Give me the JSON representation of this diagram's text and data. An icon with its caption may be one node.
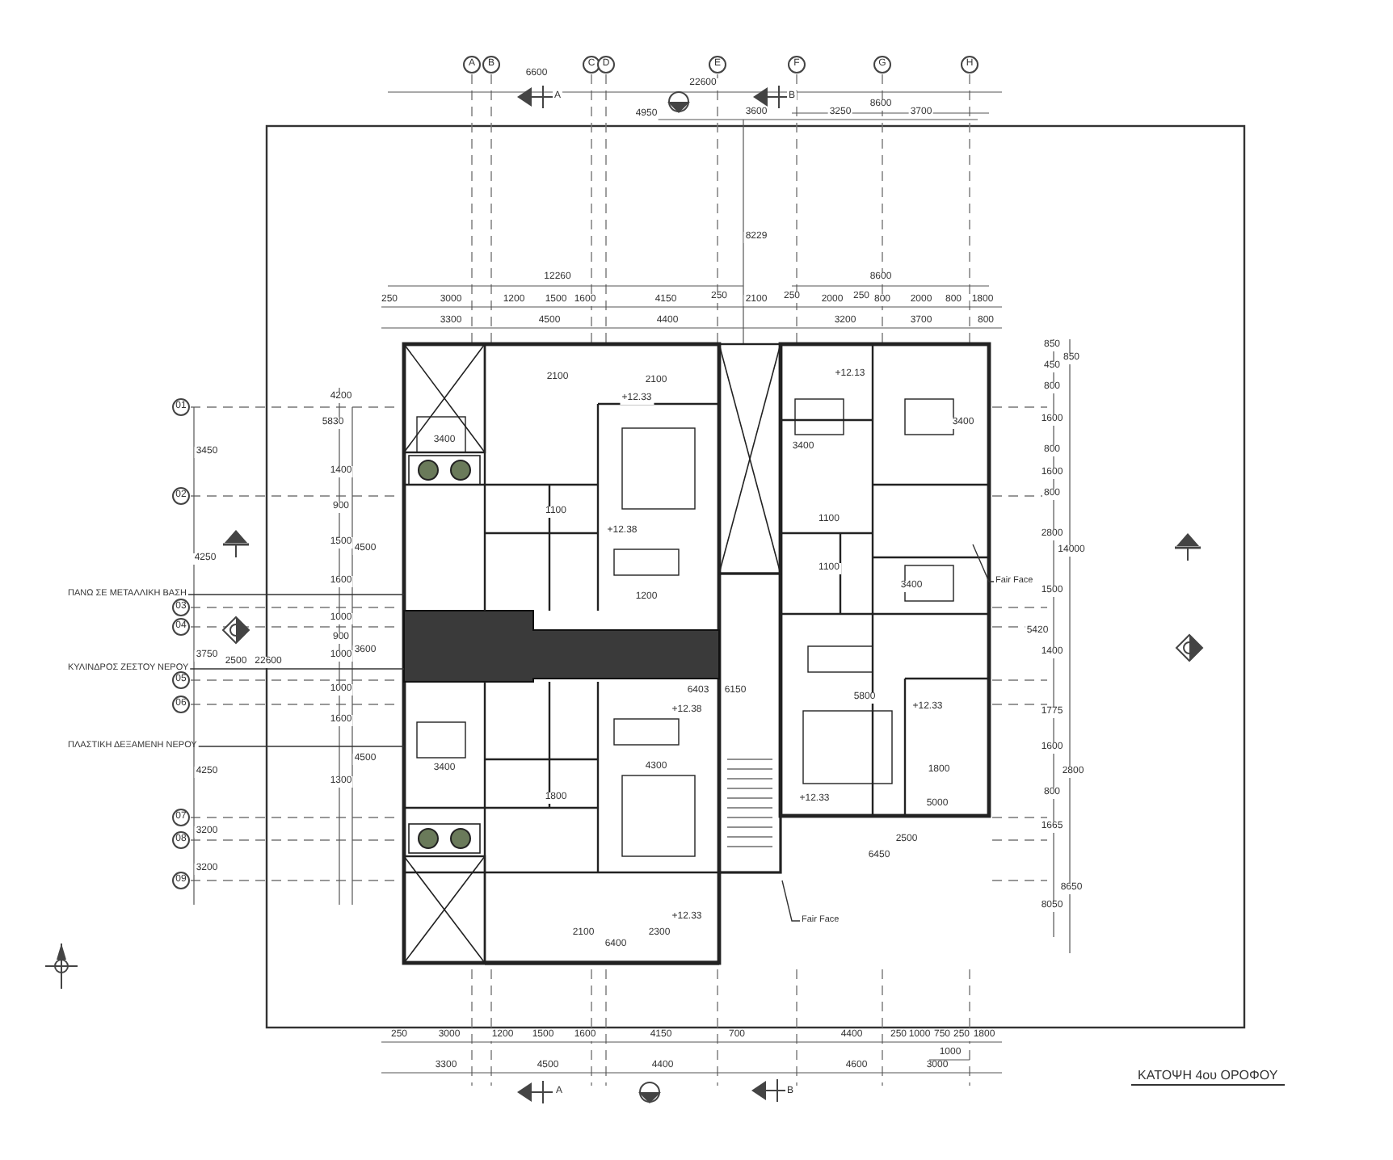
{
  "diagram": {
    "title": "ΚΑΤΟΨΗ 4ου ΟΡΟΦΟΥ",
    "nodes": [
      {
        "text": [
          "A"
        ]
      },
      {
        "text": [
          "B"
        ]
      },
      {
        "text": [
          "C"
        ]
      },
      {
        "text": [
          "D"
        ]
      },
      {
        "text": [
          "E"
        ]
      },
      {
        "text": [
          "F"
        ]
      },
      {
        "text": [
          "G"
        ]
      },
      {
        "text": [
          "H"
        ]
      },
      {
        "text": [
          "01"
        ]
      },
      {
        "text": [
          "02"
        ]
      },
      {
        "text": [
          "03"
        ]
      },
      {
        "text": [
          "04"
        ]
      },
      {
        "text": [
          "05"
        ]
      },
      {
        "text": [
          "06"
        ]
      },
      {
        "text": [
          "07"
        ]
      },
      {
        "text": [
          "08"
        ]
      },
      {
        "text": [
          "09"
        ]
      },
      {
        "text": [
          "ΠΑΝΩ ΣΕ ΜΕΤΑΛΛΙΚΗ ΒΑΣΗ"
        ]
      },
      {
        "text": [
          "ΚΥΛΙΝΔΡΟΣ ΖΕΣΤΟΥ ΝΕΡΟΥ"
        ]
      },
      {
        "text": [
          "ΠΛΑΣΤΙΚΗ ΔΕΞΑΜΕΝΗ ΝΕΡΟΥ"
        ]
      },
      {
        "text": [
          "Fair Face"
        ]
      },
      {
        "text": [
          "Fair Face"
        ]
      }
    ],
    "edges": [
      {
        "from": 17,
        "to": null,
        "arrow": "none"
      },
      {
        "from": 18,
        "to": null,
        "arrow": "none"
      },
      {
        "from": 19,
        "to": null,
        "arrow": "none"
      },
      {
        "from": 20,
        "to": null,
        "arrow": "none"
      },
      {
        "from": 21,
        "to": null,
        "arrow": "none"
      }
    ],
    "labels": [
      "6600",
      "22600",
      "A",
      "B",
      "8600",
      "4950",
      "3600",
      "3250",
      "3700",
      "8229",
      "12260",
      "8600",
      "250",
      "3000",
      "1200",
      "1500",
      "1600",
      "4150",
      "250",
      "2100",
      "250",
      "2000",
      "250",
      "800",
      "2000",
      "800",
      "1800",
      "3300",
      "4500",
      "4400",
      "3200",
      "3700",
      "800",
      "250",
      "3000",
      "1200",
      "1500",
      "1600",
      "4150",
      "700",
      "4400",
      "250",
      "1000",
      "750",
      "250",
      "1800",
      "1000",
      "3300",
      "4500",
      "4400",
      "4600",
      "3000",
      "A",
      "B",
      "3450",
      "4250",
      "3750",
      "4250",
      "3200",
      "3200",
      "2500",
      "22600",
      "4200",
      "5830",
      "1400",
      "900",
      "1500",
      "4500",
      "1600",
      "1000",
      "900",
      "1000",
      "3600",
      "1000",
      "1600",
      "4500",
      "1300",
      "850",
      "850",
      "450",
      "800",
      "1600",
      "800",
      "1600",
      "800",
      "2800",
      "14000",
      "1500",
      "5420",
      "1400",
      "1775",
      "1600",
      "2800",
      "800",
      "1665",
      "8650",
      "8050",
      "2100",
      "2100",
      "+12.33",
      "3400",
      "1100",
      "+12.38",
      "1200",
      "6403",
      "6150",
      "+12.38",
      "4300",
      "1800",
      "3400",
      "2100",
      "6400",
      "2300",
      "+12.33",
      "+12.13",
      "3400",
      "3400",
      "1100",
      "1100",
      "3400",
      "5800",
      "+12.33",
      "1800",
      "5000",
      "+12.33",
      "2500",
      "6450"
    ]
  }
}
